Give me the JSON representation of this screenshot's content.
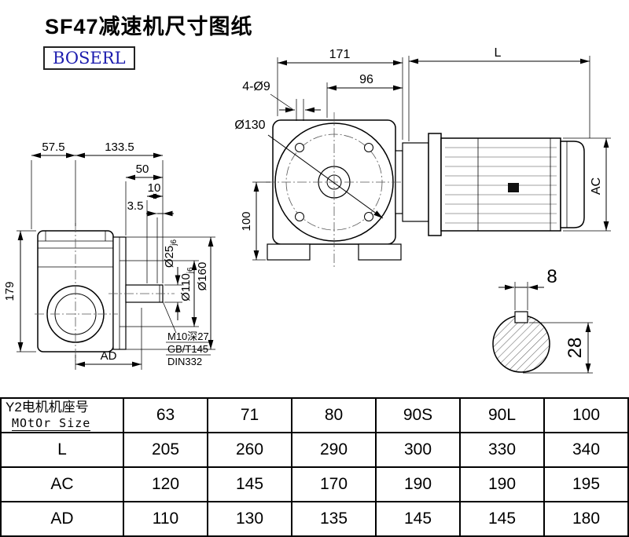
{
  "title": "SF47减速机尺寸图纸",
  "logo": "BOSERL",
  "drawing": {
    "front": {
      "dim_total_width": "171",
      "dim_96": "96",
      "holes_callout": "4-Ø9",
      "flange_dia": "Ø130",
      "dim_center_height": "100"
    },
    "motor": {
      "dim_length": "L",
      "dim_frame_dia": "AC"
    },
    "side": {
      "dim_57_5": "57.5",
      "dim_133_5": "133.5",
      "dim_50": "50",
      "dim_10": "10",
      "dim_3_5": "3.5",
      "dim_height_179": "179",
      "dim_ad": "AD",
      "shaft_dia": "Ø25",
      "shaft_tol": "j6",
      "spigot_dia": "Ø110",
      "spigot_tol": "j6",
      "flange_od": "Ø160",
      "note_thread": "M10深27",
      "note_gb": "GB/T145",
      "note_din": "DIN332"
    },
    "section": {
      "key_width": "8",
      "dim_28": "28"
    }
  },
  "table": {
    "header": {
      "line1": "Y2电机机座号",
      "line2": "MOtOr Size"
    },
    "sizes": [
      "63",
      "71",
      "80",
      "90S",
      "90L",
      "100"
    ],
    "rows": [
      {
        "label": "L",
        "values": [
          "205",
          "260",
          "290",
          "300",
          "330",
          "340"
        ]
      },
      {
        "label": "AC",
        "values": [
          "120",
          "145",
          "170",
          "190",
          "190",
          "195"
        ]
      },
      {
        "label": "AD",
        "values": [
          "110",
          "130",
          "135",
          "145",
          "145",
          "180"
        ]
      }
    ]
  }
}
